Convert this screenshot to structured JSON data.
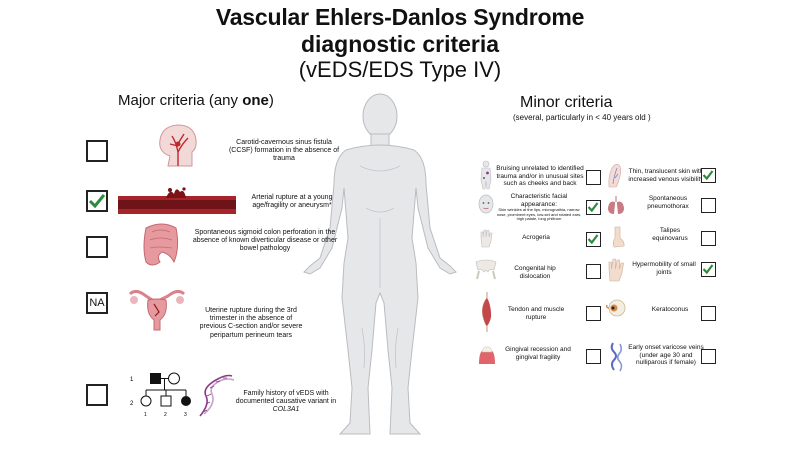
{
  "title": {
    "line1": "Vascular Ehlers-Danlos Syndrome",
    "line2": "diagnostic criteria",
    "line3": "(vEDS/EDS Type IV)"
  },
  "major": {
    "heading_prefix": "Major criteria (any ",
    "heading_bold": "one",
    "heading_suffix": ")",
    "items": [
      {
        "text": "Carotid-cavernous sinus fistula (CCSF) formation in the absence of trauma",
        "state": "unchecked"
      },
      {
        "text": "Arterial rupture at a young age/fragility or aneurysm*",
        "state": "checked"
      },
      {
        "text": "Spontaneous sigmoid colon perforation in the absence of known diverticular disease or other bowel pathology",
        "state": "unchecked"
      },
      {
        "text": "Uterine rupture during the 3rd trimester in the absence of previous C-section and/or severe peripartum perineum tears",
        "state": "na",
        "mark": "NA"
      },
      {
        "text_prefix": "Family history of vEDS with documented causative variant in ",
        "text_gene": "COL3A1",
        "state": "unchecked"
      }
    ],
    "pedigree": {
      "gen1": "1",
      "gen2": "2",
      "n1": "1",
      "n2": "2",
      "n3": "3"
    }
  },
  "minor": {
    "heading": "Minor criteria",
    "subheading": "(several, particularly in < 40 years old )",
    "left_items": [
      {
        "text": "Bruising unrelated to identified trauma and/or in unusual sites such as cheeks and back",
        "state": "unchecked"
      },
      {
        "text": "Characteristic facial appearance:",
        "detail": "Skin wrinkles at the lips, micrognathia, narrow nose, prominent eyes, low-set and rotated ears, high palate, long philtrum",
        "state": "checked"
      },
      {
        "text": "Acrogeria",
        "state": "checked"
      },
      {
        "text": "Congenital hip dislocation",
        "state": "unchecked"
      },
      {
        "text": "Tendon and muscle rupture",
        "state": "unchecked"
      },
      {
        "text": "Gingival recession and gingival fragility",
        "state": "unchecked"
      }
    ],
    "right_items": [
      {
        "text": "Thin, translucent skin with increased venous visibility",
        "state": "checked"
      },
      {
        "text": "Spontaneous pneumothorax",
        "state": "unchecked"
      },
      {
        "text": "Talipes equinovarus",
        "state": "unchecked"
      },
      {
        "text": "Hypermobility of small joints",
        "state": "checked"
      },
      {
        "text": "Keratoconus",
        "state": "unchecked"
      },
      {
        "text": "Early onset varicose veins (under age 30 and nulliparous if female)",
        "state": "unchecked"
      }
    ]
  },
  "colors": {
    "check": "#2e8b3e",
    "box": "#222222",
    "artery": "#b5262b",
    "tissue": "#e59aa0",
    "body": "#e6e7e9"
  }
}
